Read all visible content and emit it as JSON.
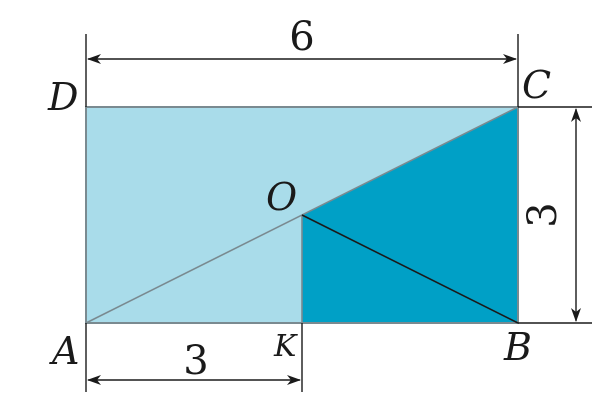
{
  "points": {
    "A": "A",
    "B": "B",
    "C": "C",
    "D": "D",
    "O": "O",
    "K": "K"
  },
  "dimensions": {
    "top": "6",
    "right": "3",
    "bottom": "3"
  },
  "colors": {
    "light_fill": "#a9dcea",
    "dark_fill": "#00a0c6",
    "edge": "#7a8a90",
    "ink": "#1a1a1a"
  }
}
